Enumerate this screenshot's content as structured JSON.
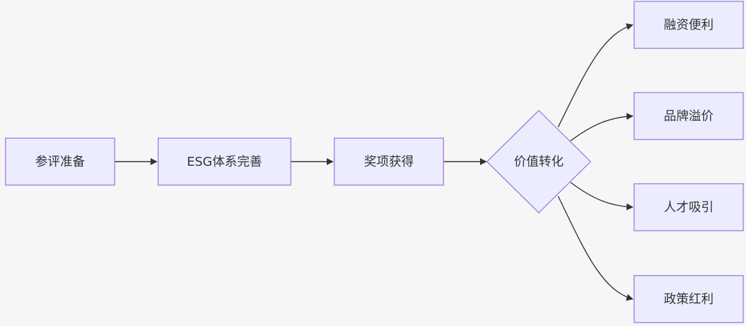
{
  "nodes": {
    "prepare": "参评准备",
    "esg_system": "ESG体系完善",
    "award": "奖项获得",
    "value_transform": "价值转化",
    "financing": "融资便利",
    "brand": "品牌溢价",
    "talent": "人才吸引",
    "policy": "政策红利"
  },
  "colors": {
    "background": "#f6f6f6",
    "node_fill": "#ececff",
    "node_stroke": "#9370db",
    "edge": "#333333",
    "text": "#333333"
  }
}
